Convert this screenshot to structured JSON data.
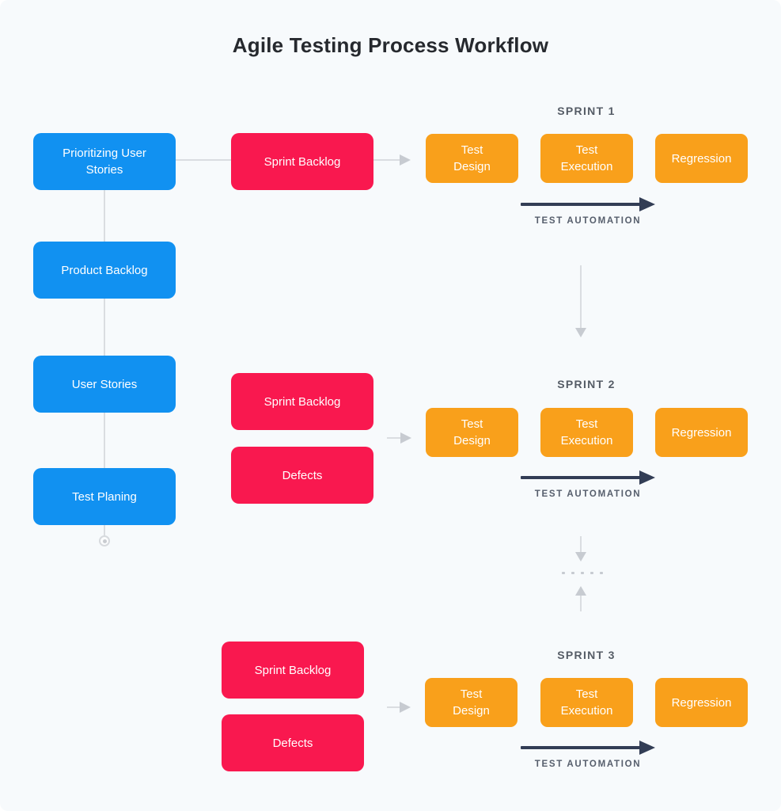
{
  "title": "Agile Testing Process Workflow",
  "palette": {
    "blue": "#1191F1",
    "pink": "#F9184F",
    "orange": "#F9A01B",
    "navy": "#323D55",
    "line": "#DADDE1",
    "head": "#C7CBD1",
    "label": "#565E6C",
    "bg": "#F7FAFC",
    "title": "#26292E"
  },
  "backlog_chain": {
    "items": [
      {
        "label": "Prioritizing User\nStories"
      },
      {
        "label": "Product Backlog"
      },
      {
        "label": "User Stories"
      },
      {
        "label": "Test Planing"
      }
    ]
  },
  "sprints": [
    {
      "name": "SPRINT 1",
      "inputs": [
        "Sprint Backlog"
      ],
      "stages": [
        "Test\nDesign",
        "Test\nExecution",
        "Regression"
      ],
      "automation_label": "TEST AUTOMATION"
    },
    {
      "name": "SPRINT 2",
      "inputs": [
        "Sprint Backlog",
        "Defects"
      ],
      "stages": [
        "Test\nDesign",
        "Test\nExecution",
        "Regression"
      ],
      "automation_label": "TEST AUTOMATION"
    },
    {
      "name": "SPRINT 3",
      "inputs": [
        "Sprint Backlog",
        "Defects"
      ],
      "stages": [
        "Test\nDesign",
        "Test\nExecution",
        "Regression"
      ],
      "automation_label": "TEST AUTOMATION"
    }
  ]
}
